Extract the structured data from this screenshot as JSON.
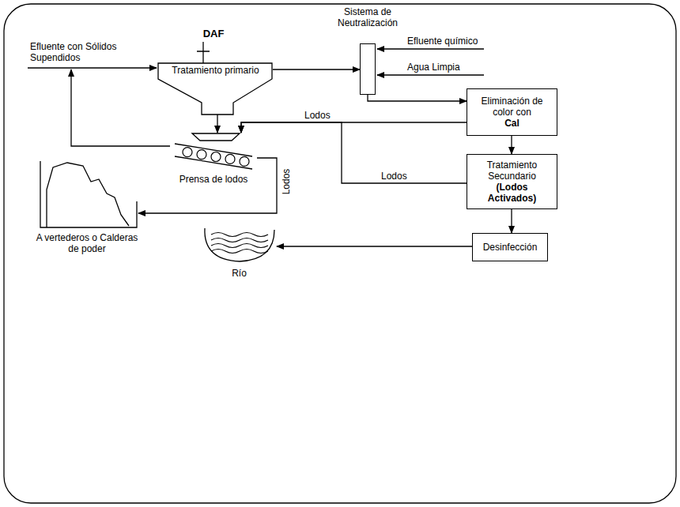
{
  "diagram": {
    "nodes": [
      {
        "text": [
          "DAF",
          "Tratamiento primario"
        ]
      },
      {
        "text": [
          "Sistema de Neutralización"
        ]
      },
      {
        "text": [
          "Eliminación de color con",
          "Cal"
        ]
      },
      {
        "text": [
          "Prensa de lodos"
        ]
      },
      {
        "text": [
          "Tratamiento Secundario",
          "(Lodos Activados)"
        ]
      },
      {
        "text": [
          "A vertederos o Calderas de poder"
        ]
      },
      {
        "text": [
          "Desinfección"
        ]
      },
      {
        "text": [
          "Río"
        ]
      }
    ],
    "edges": [
      {
        "from": 0,
        "to": 1,
        "arrow": "to"
      },
      {
        "from": 1,
        "to": 2,
        "arrow": "to"
      },
      {
        "from": 0,
        "to": 3,
        "arrow": "to"
      },
      {
        "from": 2,
        "to": 3,
        "label": "Lodos",
        "arrow": "to"
      },
      {
        "from": 4,
        "to": 3,
        "label": "Lodos",
        "arrow": "to"
      },
      {
        "from": 3,
        "to": 0,
        "arrow": "to"
      },
      {
        "from": 3,
        "to": 5,
        "label": "Lodos",
        "arrow": "to"
      },
      {
        "from": 2,
        "to": 4,
        "arrow": "to"
      },
      {
        "from": 4,
        "to": 6,
        "arrow": "to"
      },
      {
        "from": 6,
        "to": 7,
        "arrow": "to"
      }
    ],
    "labels": [
      "Efluente con Sólidos Supendidos",
      "Efluente químico",
      "Agua Limpia"
    ]
  }
}
